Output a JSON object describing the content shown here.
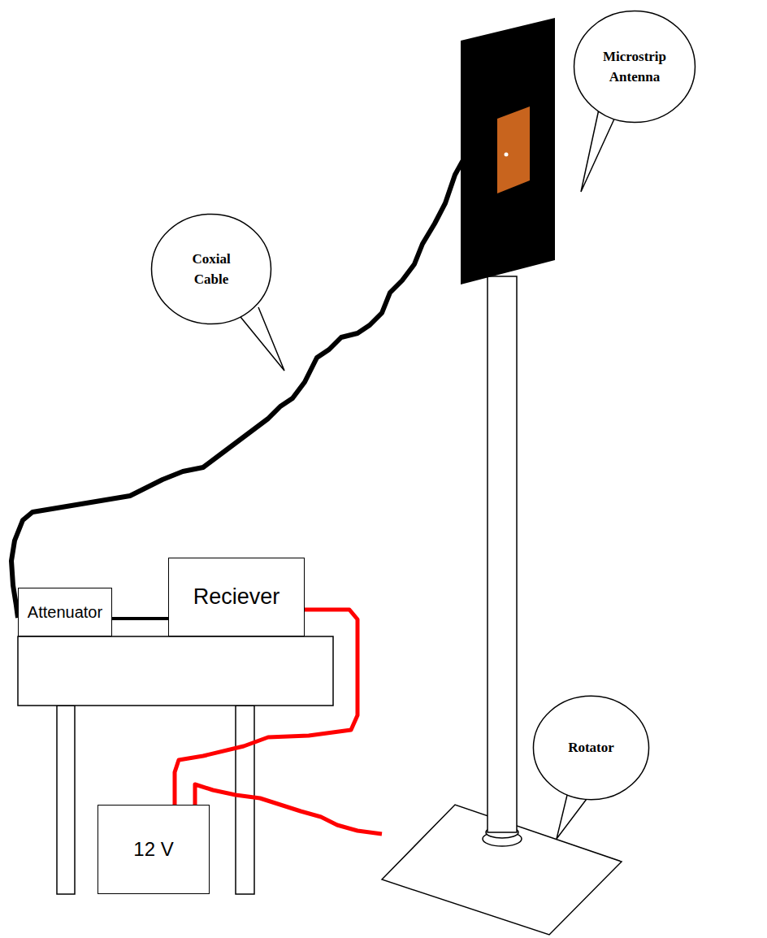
{
  "diagram": {
    "nodes": [
      {
        "text": [
          "Microstrip Antenna"
        ]
      },
      {
        "text": [
          "Coxial Cable"
        ]
      },
      {
        "text": [
          "Attenuator"
        ]
      },
      {
        "text": [
          "Reciever"
        ]
      },
      {
        "text": [
          "Rotator"
        ]
      },
      {
        "text": [
          "12 V"
        ]
      }
    ],
    "edges": [
      {
        "from": 2,
        "to": 3,
        "arrow": "none"
      },
      {
        "from": 3,
        "to": 5,
        "arrow": "none"
      }
    ]
  }
}
